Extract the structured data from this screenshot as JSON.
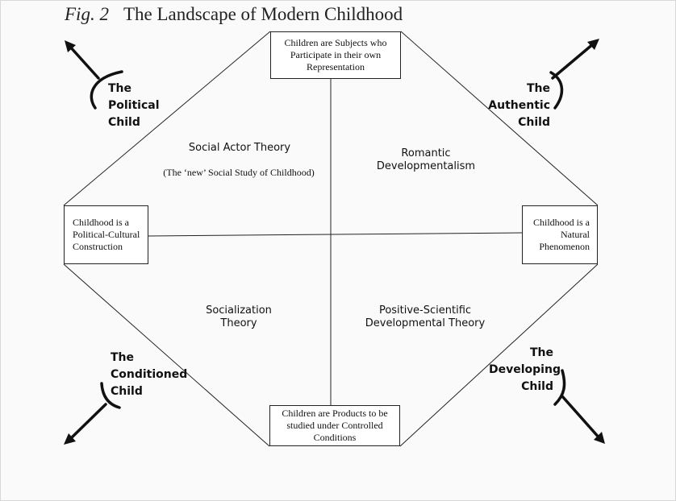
{
  "figure": {
    "label": "Fig. 2",
    "title": "The Landscape of Modern Childhood"
  },
  "poles": {
    "top": "Children are Subjects who Participate in their own Representation",
    "left": "Childhood is a Political-Cultural Construction",
    "right": "Childhood is a Natural Phenomenon",
    "bottom": "Children are Products to be studied under Controlled Conditions"
  },
  "quadrants": {
    "top_left": "Social Actor Theory",
    "top_left_sub": "(The ‘new’ Social Study of Childhood)",
    "top_right": "Romantic\nDevelopmentalism",
    "bottom_left": "Socialization\nTheory",
    "bottom_right": "Positive-Scientific\nDevelopmental Theory"
  },
  "corners": {
    "top_left": "The\nPolitical\nChild",
    "top_right": "The\nAuthentic\nChild",
    "bottom_left": "The\nConditioned\nChild",
    "bottom_right": "The\nDeveloping\nChild"
  }
}
